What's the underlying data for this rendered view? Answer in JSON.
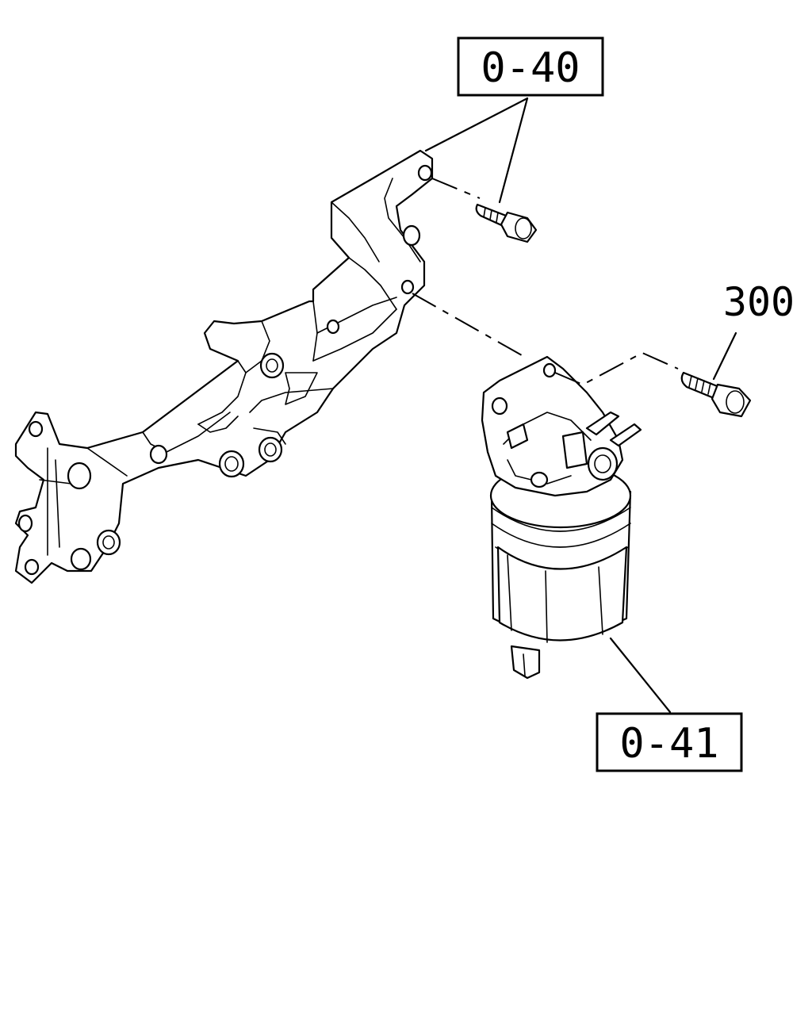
{
  "callouts": {
    "bracket_bolt_ref": "0-40",
    "filter_ref": "0-41",
    "filter_bolt_ref": "300"
  },
  "colors": {
    "background": "#ffffff",
    "line": "#000000"
  }
}
